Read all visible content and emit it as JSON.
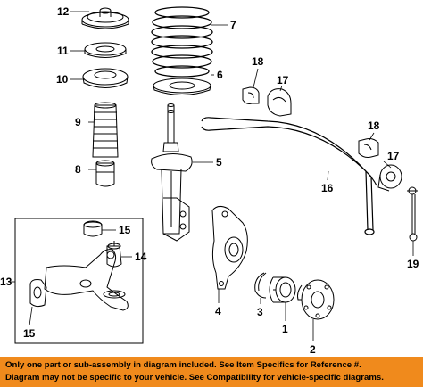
{
  "callouts": {
    "n1": "1",
    "n2": "2",
    "n3": "3",
    "n4": "4",
    "n5": "5",
    "n6": "6",
    "n7": "7",
    "n8": "8",
    "n9": "9",
    "n10": "10",
    "n11": "11",
    "n12": "12",
    "n13": "13",
    "n14": "14",
    "n15a": "15",
    "n15b": "15",
    "n16": "16",
    "n17a": "17",
    "n17b": "17",
    "n18a": "18",
    "n18b": "18",
    "n19": "19"
  },
  "disclaimer": {
    "line1": "Only one part or sub-assembly in diagram included. See Item Specifics for Reference #.",
    "line2": "Diagram may not be specific to your vehicle. See Compatibility for vehicle-specific diagrams."
  },
  "colors": {
    "banner": "#f08a1c",
    "line": "#000000",
    "background": "#ffffff"
  }
}
